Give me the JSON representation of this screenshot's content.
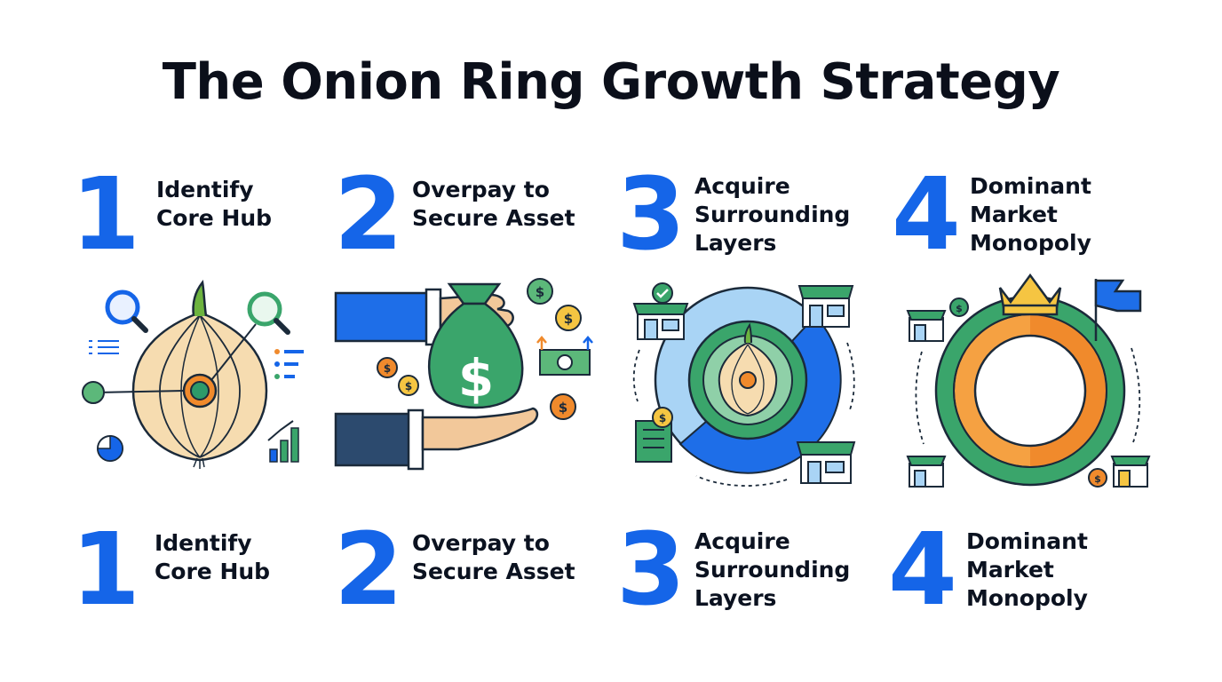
{
  "title": "The Onion Ring Growth Strategy",
  "colors": {
    "accent_blue": "#1565e8",
    "green": "#3aa56b",
    "orange": "#f08a2c",
    "onion": "#f6dcb0",
    "navy": "#1f3557",
    "outline": "#1b2a3a"
  },
  "steps_top": [
    {
      "number": "1",
      "line1": "Identify",
      "line2": "Core Hub",
      "line3": ""
    },
    {
      "number": "2",
      "line1": "Overpay to",
      "line2": "Secure Asset",
      "line3": ""
    },
    {
      "number": "3",
      "line1": "Acquire",
      "line2": "Surrounding",
      "line3": "Layers"
    },
    {
      "number": "4",
      "line1": "Dominant",
      "line2": "Market",
      "line3": "Monopoly"
    }
  ],
  "steps_bottom": [
    {
      "number": "1",
      "line1": "Identify",
      "line2": "Core Hub",
      "line3": ""
    },
    {
      "number": "2",
      "line1": "Overpay to",
      "line2": "Secure Asset",
      "line3": ""
    },
    {
      "number": "3",
      "line1": "Acquire",
      "line2": "Surrounding",
      "line3": "Layers"
    },
    {
      "number": "4",
      "line1": "Dominant",
      "line2": "Market",
      "line3": "Monopoly"
    }
  ],
  "icons": {
    "step1": [
      "magnifier-icon",
      "onion-icon",
      "target-icon",
      "list-icon",
      "pie-chart-icon",
      "bar-chart-icon"
    ],
    "step2": [
      "hand-icon",
      "money-bag-icon",
      "coin-icon",
      "banknote-icon"
    ],
    "step3": [
      "store-icon",
      "building-icon",
      "ring-icon",
      "onion-icon"
    ],
    "step4": [
      "crown-icon",
      "flag-icon",
      "ring-icon",
      "store-icon"
    ]
  },
  "coin_symbol": "$"
}
